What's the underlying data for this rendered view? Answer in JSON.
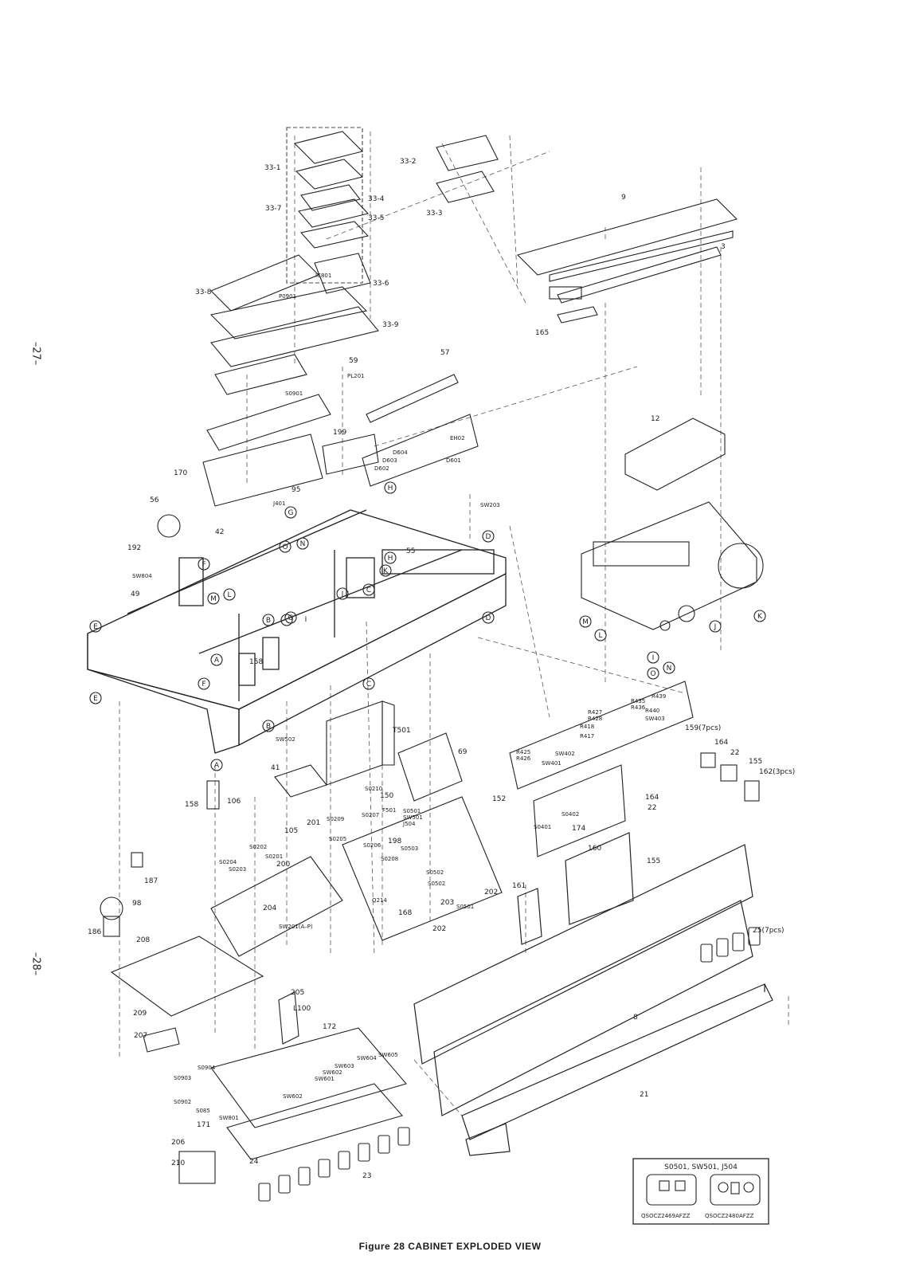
{
  "page_numbers": {
    "top": "–27–",
    "bottom": "–28–"
  },
  "caption": "Figure 28 CABINET EXPLODED VIEW",
  "callouts": [
    "33-1",
    "33-2",
    "33-7",
    "33-4",
    "33-5",
    "33-3",
    "9",
    "3",
    "33-6",
    "33-8",
    "IC801",
    "P0901",
    "33-9",
    "165",
    "59",
    "PL201",
    "57",
    "S0901",
    "199",
    "EH02",
    "D604",
    "D603",
    "D602",
    "D601",
    "170",
    "95",
    "J401",
    "56",
    "42",
    "SW203",
    "12",
    "192",
    "55",
    "SW804",
    "49",
    "158",
    "T501",
    "SW502",
    "69",
    "41",
    "S0210",
    "150",
    "152",
    "158",
    "106",
    "S0209",
    "S0207",
    "F501",
    "S0501",
    "SW501",
    "J504",
    "105",
    "S0205",
    "198",
    "201",
    "S0206",
    "S0503",
    "S0202",
    "S0201",
    "S0208",
    "S0204",
    "200",
    "S0203",
    "187",
    "98",
    "204",
    "Q214",
    "S0502",
    "S0502",
    "203",
    "168",
    "202",
    "SW201(A–P)",
    "202",
    "186",
    "208",
    "S0501",
    "R435",
    "R439",
    "R436",
    "R427",
    "R428",
    "R440",
    "R418",
    "SW403",
    "R417",
    "159(7pcs)",
    "164",
    "R425",
    "R426",
    "SW402",
    "SW401",
    "22",
    "155",
    "162(3pcs)",
    "S0402",
    "S0401",
    "174",
    "164",
    "22",
    "160",
    "155",
    "161",
    "25(7pcs)",
    "8",
    "205",
    "L100",
    "172",
    "209",
    "207",
    "S0904",
    "SW605",
    "SW604",
    "S0903",
    "SW603",
    "SW602",
    "SW601",
    "SW602",
    "S0902",
    "S085",
    "SW801",
    "171",
    "206",
    "210",
    "24",
    "23",
    "21"
  ],
  "grid_marks": [
    "E",
    "E",
    "F",
    "F",
    "G",
    "G",
    "H",
    "H",
    "I",
    "I",
    "J",
    "J",
    "K",
    "K",
    "L",
    "L",
    "M",
    "M",
    "N",
    "N",
    "O",
    "O",
    "A",
    "A",
    "B",
    "B",
    "C",
    "C",
    "D",
    "D"
  ],
  "inset": {
    "title": "S0501, SW501, J504",
    "part_numbers": [
      "QSOCZ2469AFZZ",
      "QSOCZ2480AFZZ"
    ]
  }
}
